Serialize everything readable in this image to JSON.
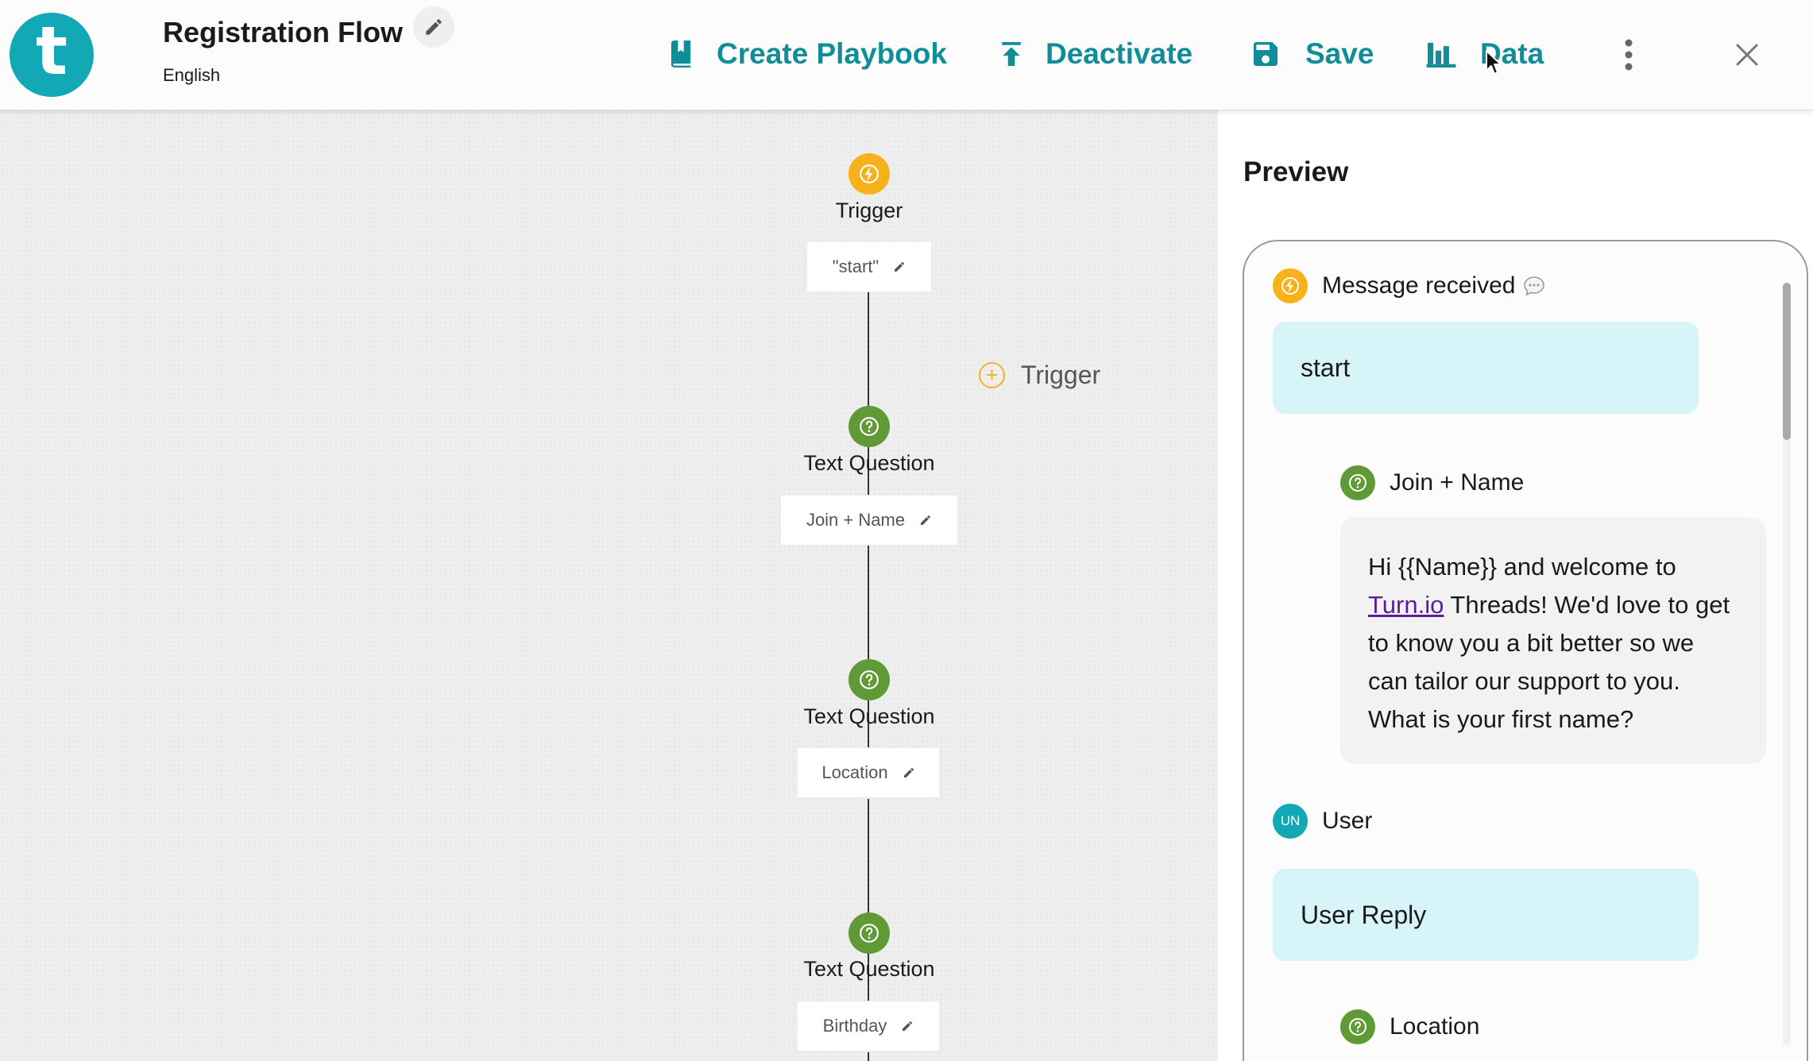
{
  "header": {
    "logo_letter": "t",
    "flow_title": "Registration Flow",
    "language": "English",
    "actions": {
      "create_playbook": "Create Playbook",
      "deactivate": "Deactivate",
      "save": "Save",
      "data": "Data"
    }
  },
  "canvas": {
    "nodes": [
      {
        "type": "Trigger",
        "chip": "\"start\"",
        "icon": "bolt-icon"
      },
      {
        "type": "Text Question",
        "chip": "Join + Name",
        "icon": "question-icon"
      },
      {
        "type": "Text Question",
        "chip": "Location",
        "icon": "question-icon"
      },
      {
        "type": "Text Question",
        "chip": "Birthday",
        "icon": "question-icon"
      }
    ],
    "add_trigger_label": "Trigger"
  },
  "preview": {
    "title": "Preview",
    "message_received_label": "Message received",
    "received_text": "start",
    "step1_label": "Join + Name",
    "step1_text_before_link": "Hi {{Name}} and welcome to ",
    "step1_link_text": "Turn.io",
    "step1_text_after_link": " Threads! We'd love to get to know you a bit better so we can tailor our support to you. What is your first name?",
    "user_initials": "UN",
    "user_label": "User",
    "user_reply": "User Reply",
    "step2_label": "Location"
  },
  "colors": {
    "brand": "#12a8b5",
    "action_text": "#0f8e9a",
    "trigger": "#f6b21a",
    "question": "#5f9a37",
    "incoming_bubble": "#d7f5f8",
    "link": "#5b1d99"
  }
}
